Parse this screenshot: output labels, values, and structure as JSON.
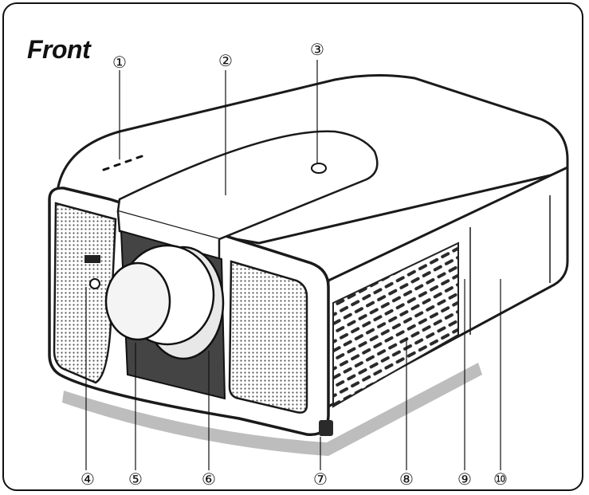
{
  "title": "Front",
  "colors": {
    "line": "#1a1a1a",
    "body": "#ffffff",
    "dark": "#3a3a3a"
  },
  "callouts": [
    "①",
    "②",
    "③",
    "④",
    "⑤",
    "⑥",
    "⑦",
    "⑧",
    "⑨",
    "⑩"
  ]
}
